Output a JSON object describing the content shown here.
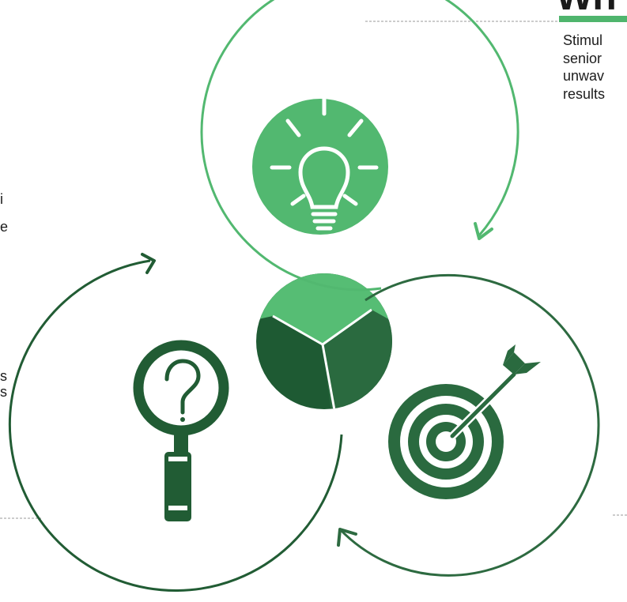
{
  "heading": {
    "text": "Wh"
  },
  "paragraph": {
    "lines": [
      "Stimul",
      "senior",
      "unwav",
      "results"
    ]
  },
  "left_fragments": [
    "i",
    "e",
    "s",
    "s"
  ],
  "colors": {
    "light_green": "#52b870",
    "dark_green": "#215c34",
    "mid_green": "#2d6a40",
    "center_top": "#56bd74",
    "center_bottom": "#1e5a33",
    "center_right": "#2a6a3f"
  },
  "icons": [
    "lightbulb-icon",
    "magnifying-glass-question-icon",
    "target-arrow-icon"
  ]
}
